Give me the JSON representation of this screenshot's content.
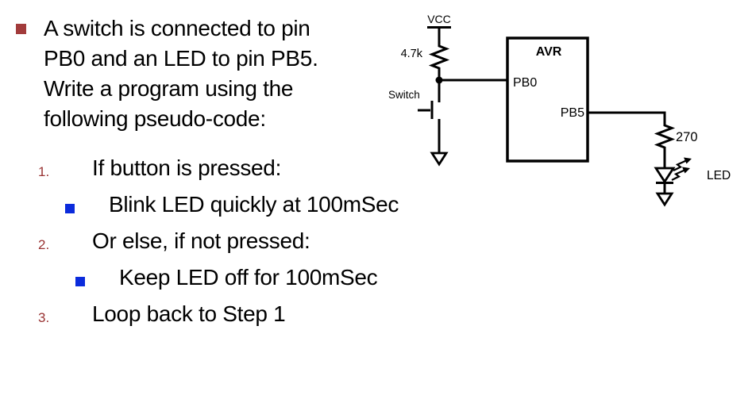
{
  "slide": {
    "intro": {
      "text": "A switch is connected to pin\nPB0 and an LED to pin PB5.\nWrite a program using the\nfollowing pseudo-code:"
    },
    "steps": [
      {
        "number": "1.",
        "text": "If button is pressed:"
      },
      {
        "number": "2.",
        "text": "Or else, if not pressed:"
      },
      {
        "number": "3.",
        "text": "Loop back to Step 1"
      }
    ],
    "sub_steps": [
      {
        "text": "Blink LED quickly at 100mSec"
      },
      {
        "text": "Keep LED off for 100mSec"
      }
    ],
    "colors": {
      "intro_bullet": "#A23B3B",
      "step_number": "#993333",
      "sub_bullet": "#0B2BDC",
      "text": "#000000"
    }
  },
  "circuit": {
    "labels": {
      "supply": "VCC",
      "pullup_resistor": "4.7k",
      "switch": "Switch",
      "chip": "AVR",
      "pin_left": "PB0",
      "pin_right": "PB5",
      "series_resistor": "270",
      "led": "LED"
    }
  }
}
